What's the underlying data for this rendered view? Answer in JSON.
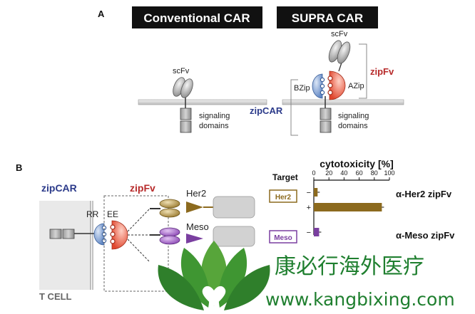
{
  "panel_a": {
    "label": "A",
    "conventional_title": "Conventional CAR",
    "supra_title": "SUPRA CAR",
    "scfv": "scFv",
    "signaling_line1": "signaling",
    "signaling_line2": "domains",
    "bzip": "BZip",
    "azip": "AZip",
    "zipfv": "zipFv",
    "zipcar": "zipCAR"
  },
  "panel_b": {
    "label": "B",
    "zipcar": "zipCAR",
    "zipfv": "zipFv",
    "rr": "RR",
    "ee": "EE",
    "her2": "Her2",
    "meso": "Meso",
    "tcell": "T CELL",
    "target_label": "Target",
    "target_her2": "Her2",
    "target_meso": "Meso",
    "label_her2_zipfv": "α-Her2 zipFv",
    "label_meso_zipfv": "α-Meso zipFv"
  },
  "chart_data": {
    "type": "bar",
    "orientation": "horizontal",
    "title": "cytotoxicity [%]",
    "xlim": [
      0,
      100
    ],
    "xticks": [
      0,
      20,
      40,
      60,
      80,
      100
    ],
    "bars": [
      {
        "row": "−",
        "value": 5,
        "color": "#8c6a1e"
      },
      {
        "row": "+",
        "value": 90,
        "color": "#8c6a1e"
      },
      {
        "row": "−",
        "value": 7,
        "color": "#7a3fa0"
      }
    ]
  },
  "watermark": {
    "chinese": "康必行海外医疗",
    "url": "www.kangbixing.com"
  }
}
